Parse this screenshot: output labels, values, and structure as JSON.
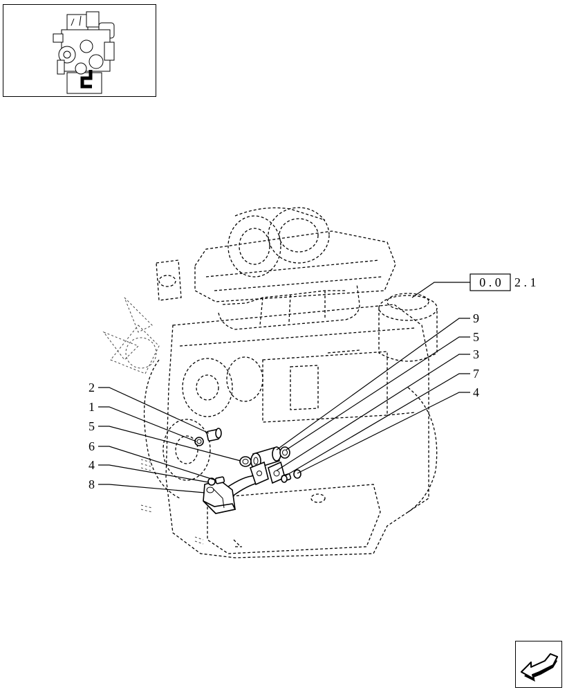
{
  "reference": {
    "boxed": "0 . 0",
    "suffix": "2 . 1"
  },
  "callouts": [
    {
      "id": "c-2-left",
      "text": "2"
    },
    {
      "id": "c-1-left",
      "text": "1"
    },
    {
      "id": "c-5-left",
      "text": "5"
    },
    {
      "id": "c-6-left",
      "text": "6"
    },
    {
      "id": "c-4-left",
      "text": "4"
    },
    {
      "id": "c-8-left",
      "text": "8"
    },
    {
      "id": "c-9-right",
      "text": "9"
    },
    {
      "id": "c-5-right",
      "text": "5"
    },
    {
      "id": "c-3-right",
      "text": "3"
    },
    {
      "id": "c-7-right",
      "text": "7"
    },
    {
      "id": "c-4-right",
      "text": "4"
    }
  ],
  "icons": {
    "thumbnail": "engine-thumbnail-icon",
    "navigation": "previous-page-arrow-icon"
  }
}
